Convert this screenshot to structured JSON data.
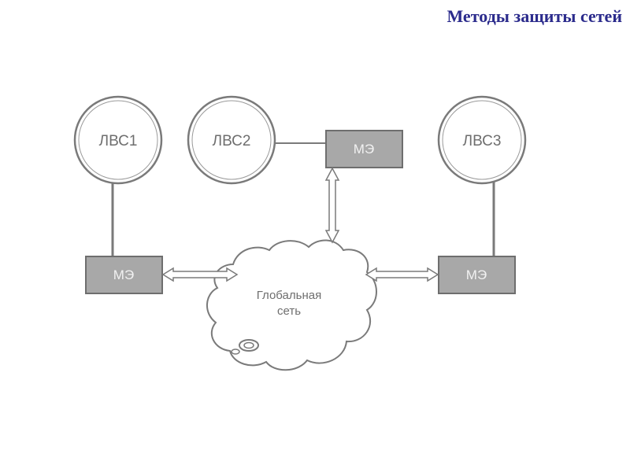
{
  "title": "Методы защиты сетей",
  "diagram": {
    "lans": [
      {
        "id": "lan1",
        "label": "ЛВС1"
      },
      {
        "id": "lan2",
        "label": "ЛВС2"
      },
      {
        "id": "lan3",
        "label": "ЛВС3"
      }
    ],
    "firewalls": [
      {
        "id": "fw1",
        "label": "МЭ"
      },
      {
        "id": "fw2",
        "label": "МЭ"
      },
      {
        "id": "fw3",
        "label": "МЭ"
      }
    ],
    "cloud": {
      "label_line1": "Глобальная",
      "label_line2": "сеть"
    },
    "colors": {
      "outline": "#7a7a7a",
      "firewall_fill": "#a8a8a8",
      "title": "#2b2b8c"
    }
  }
}
